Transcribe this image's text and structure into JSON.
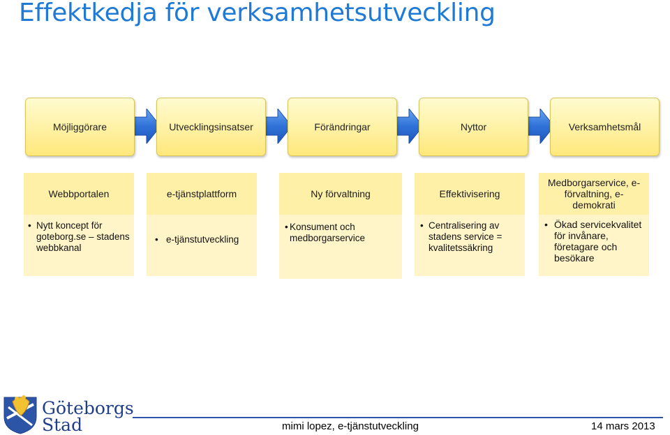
{
  "title": "Effektkedja för verksamhetsutveckling",
  "chain": {
    "stages": [
      "Möjliggörare",
      "Utvecklingsinsatser",
      "Förändringar",
      "Nyttor",
      "Verksamhetsmål"
    ]
  },
  "columns": [
    {
      "header": "Webbportalen",
      "bullets": [
        "Nytt koncept för goteborg.se – stadens webbkanal"
      ]
    },
    {
      "header": "e-tjänstplattform",
      "bullets": [
        "e-tjänstutveckling"
      ]
    },
    {
      "header": "Ny förvaltning",
      "bullets": [
        "Konsument och medborgarservice"
      ]
    },
    {
      "header": "Effektivisering",
      "bullets": [
        "Centralisering av stadens service = kvalitetssäkring"
      ]
    },
    {
      "header": "Medborgarservice, e-förvaltning, e-demokrati",
      "bullets": [
        "Ökad servicekvalitet för invånare, företagare och besökare"
      ]
    }
  ],
  "logo": {
    "line1": "Göteborgs",
    "line2": "Stad"
  },
  "footer": {
    "author": "mimi lopez, e-tjänstutveckling",
    "date": "14 mars 2013"
  },
  "colors": {
    "title": "#1f7ad6",
    "arrow": "#3a7ee0",
    "box": "#fff1a3",
    "column_header": "#fff0a8",
    "column_body": "#fff5c9",
    "rule": "#2c55a8"
  },
  "icons": [
    "double-arrow-icon",
    "gothenburg-coat-of-arms-icon"
  ]
}
